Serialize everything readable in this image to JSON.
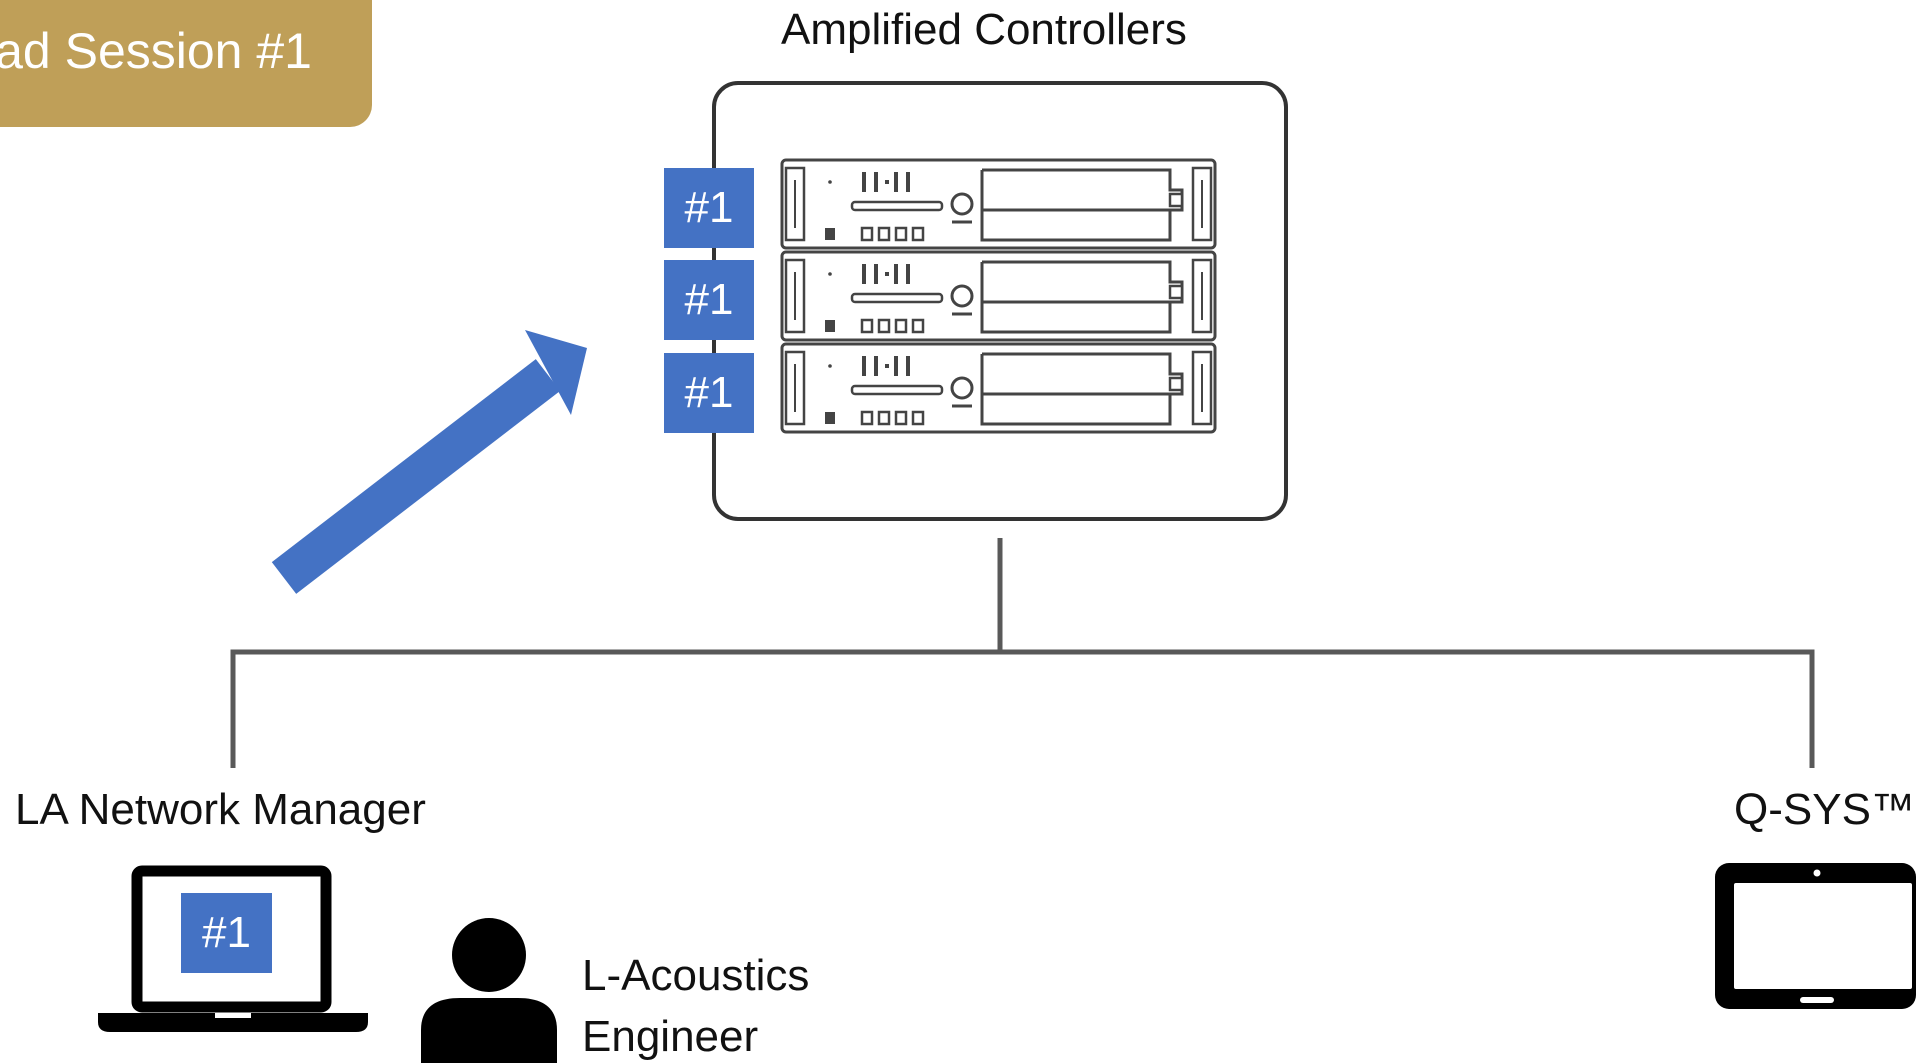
{
  "session_tag": "ad Session #1",
  "group_title": "Amplified Controllers",
  "amp_badges": [
    "#1",
    "#1",
    "#1"
  ],
  "laptop_badge": "#1",
  "left_node_label": "LA Network Manager",
  "right_node_label": "Q-SYS™",
  "engineer_label": [
    "L-Acoustics",
    "Engineer"
  ],
  "colors": {
    "session_tag": "#bf9f58",
    "badge": "#4472c4",
    "arrow": "#4472c4",
    "line": "#595959"
  },
  "icons": [
    "amplifier-rack-icon",
    "laptop-icon",
    "person-icon",
    "tablet-icon",
    "arrow-icon"
  ]
}
